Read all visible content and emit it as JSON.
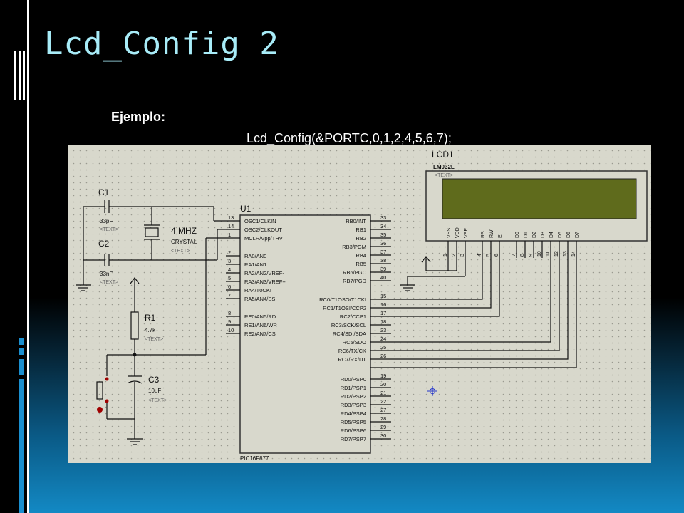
{
  "slide": {
    "title": "Lcd_Config 2",
    "example_label": "Ejemplo:",
    "code_line": "Lcd_Config(&PORTC,0,1,2,4,5,6,7);"
  },
  "schematic": {
    "lcd": {
      "ref": "LCD1",
      "model": "LM032L",
      "text": "<TEXT>",
      "pins": [
        {
          "num": "1",
          "name": "VSS"
        },
        {
          "num": "2",
          "name": "VDD"
        },
        {
          "num": "3",
          "name": "VEE"
        },
        {
          "num": "4",
          "name": "RS"
        },
        {
          "num": "5",
          "name": "RW"
        },
        {
          "num": "6",
          "name": "E"
        },
        {
          "num": "7",
          "name": "D0"
        },
        {
          "num": "8",
          "name": "D1"
        },
        {
          "num": "9",
          "name": "D2"
        },
        {
          "num": "10",
          "name": "D3"
        },
        {
          "num": "11",
          "name": "D4"
        },
        {
          "num": "12",
          "name": "D5"
        },
        {
          "num": "13",
          "name": "D6"
        },
        {
          "num": "14",
          "name": "D7"
        }
      ]
    },
    "mcu": {
      "ref": "U1",
      "part": "PIC16F877",
      "left_pins": [
        {
          "num": "13",
          "name": "OSC1/CLKIN"
        },
        {
          "num": "14",
          "name": "OSC2/CLKOUT"
        },
        {
          "num": "1",
          "name": "MCLR/Vpp/THV"
        },
        {
          "num": "2",
          "name": "RA0/AN0"
        },
        {
          "num": "3",
          "name": "RA1/AN1"
        },
        {
          "num": "4",
          "name": "RA2/AN2/VREF-"
        },
        {
          "num": "5",
          "name": "RA3/AN3/VREF+"
        },
        {
          "num": "6",
          "name": "RA4/T0CKI"
        },
        {
          "num": "7",
          "name": "RA5/AN4/SS"
        },
        {
          "num": "8",
          "name": "RE0/AN5/RD"
        },
        {
          "num": "9",
          "name": "RE1/AN6/WR"
        },
        {
          "num": "10",
          "name": "RE2/AN7/CS"
        }
      ],
      "right_pins": [
        {
          "num": "33",
          "name": "RB0/INT"
        },
        {
          "num": "34",
          "name": "RB1"
        },
        {
          "num": "35",
          "name": "RB2"
        },
        {
          "num": "36",
          "name": "RB3/PGM"
        },
        {
          "num": "37",
          "name": "RB4"
        },
        {
          "num": "38",
          "name": "RB5"
        },
        {
          "num": "39",
          "name": "RB6/PGC"
        },
        {
          "num": "40",
          "name": "RB7/PGD"
        },
        {
          "num": "15",
          "name": "RC0/T1OSO/T1CKI"
        },
        {
          "num": "16",
          "name": "RC1/T1OSI/CCP2"
        },
        {
          "num": "17",
          "name": "RC2/CCP1"
        },
        {
          "num": "18",
          "name": "RC3/SCK/SCL"
        },
        {
          "num": "23",
          "name": "RC4/SDI/SDA"
        },
        {
          "num": "24",
          "name": "RC5/SDO"
        },
        {
          "num": "25",
          "name": "RC6/TX/CK"
        },
        {
          "num": "26",
          "name": "RC7/RX/DT"
        },
        {
          "num": "19",
          "name": "RD0/PSP0"
        },
        {
          "num": "20",
          "name": "RD1/PSP1"
        },
        {
          "num": "21",
          "name": "RD2/PSP2"
        },
        {
          "num": "22",
          "name": "RD3/PSP3"
        },
        {
          "num": "27",
          "name": "RD4/PSP4"
        },
        {
          "num": "28",
          "name": "RD5/PSP5"
        },
        {
          "num": "29",
          "name": "RD6/PSP6"
        },
        {
          "num": "30",
          "name": "RD7/PSP7"
        }
      ]
    },
    "c1": {
      "ref": "C1",
      "value": "33pF",
      "text": "<TEXT>"
    },
    "c2": {
      "ref": "C2",
      "value": "33nF",
      "text": "<TEXT>"
    },
    "crystal": {
      "freq": "4 MHZ",
      "type": "CRYSTAL",
      "text": "<TEXT>"
    },
    "r1": {
      "ref": "R1",
      "value": "4.7k",
      "text": "<TEXT>"
    },
    "c3": {
      "ref": "C3",
      "value": "10uF",
      "text": "<TEXT>"
    }
  },
  "colors": {
    "title": "#a8ecf8",
    "schematic_bg": "#d8d8cc",
    "wire": "#111111"
  }
}
